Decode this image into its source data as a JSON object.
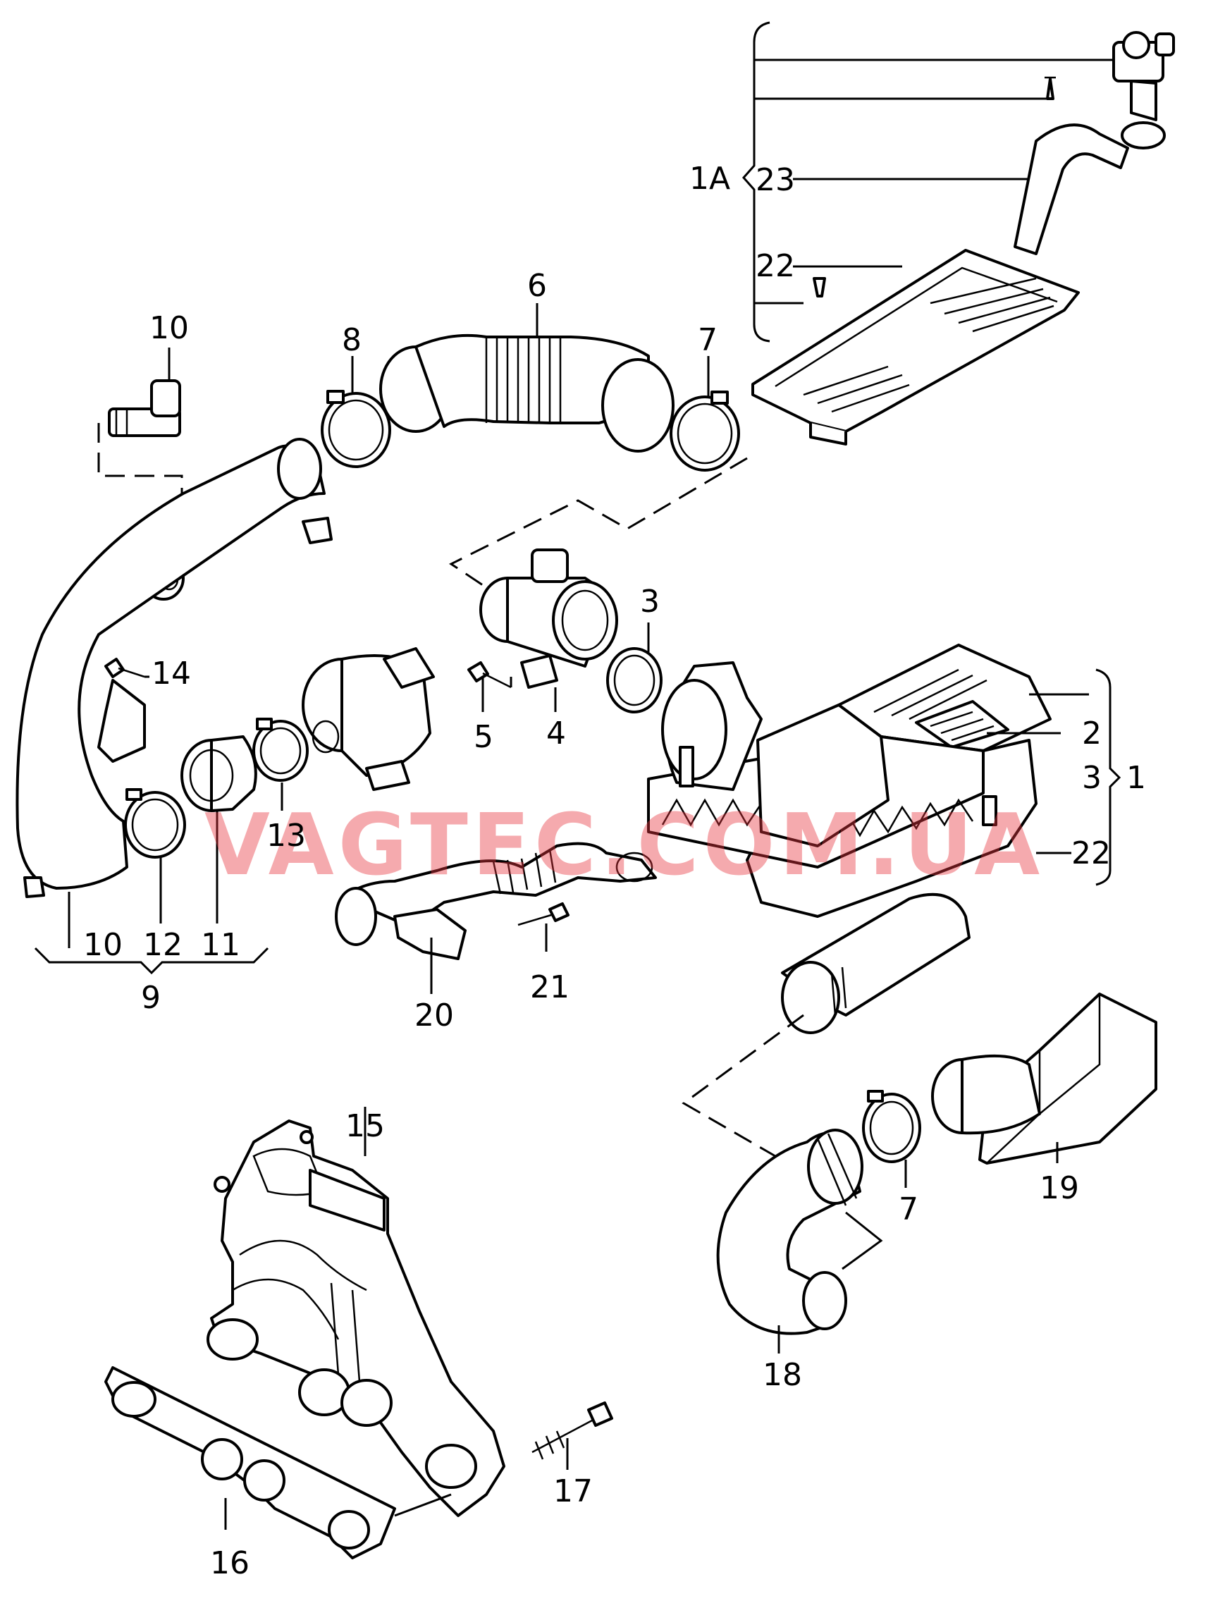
{
  "watermark": "VAGTEC.COM.UA",
  "labels": {
    "l1A": "1A",
    "l23": "23",
    "l22a": "22",
    "l6": "6",
    "l8": "8",
    "l7a": "7",
    "l10a": "10",
    "l14": "14",
    "l13": "13",
    "l3a": "3",
    "l5": "5",
    "l4": "4",
    "l2": "2",
    "l3b": "3",
    "l1": "1",
    "l22b": "22",
    "l10b": "10",
    "l12": "12",
    "l11": "11",
    "l9": "9",
    "l20": "20",
    "l21": "21",
    "l15": "15",
    "l7b": "7",
    "l19": "19",
    "l18": "18",
    "l17": "17",
    "l16": "16"
  }
}
